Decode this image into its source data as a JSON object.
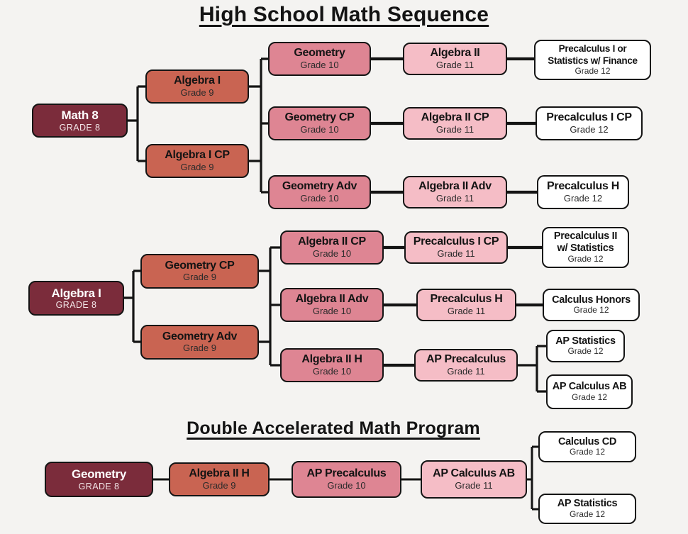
{
  "titles": {
    "main": "High School Math Sequence",
    "double_accelerated": "Double Accelerated Math Program"
  },
  "colors": {
    "background": "#f4f3f1",
    "grade8_fill": "#7b2c3b",
    "grade9_fill": "#c96452",
    "grade10_fill": "#de8593",
    "grade11_fill": "#f5bdc6",
    "grade12_fill": "#ffffff",
    "line_color": "#141414",
    "text_dark": "#141414",
    "text_light": "#ffffff"
  },
  "seq1": {
    "math8": {
      "title": "Math 8",
      "grade": "GRADE 8"
    },
    "algebra1": {
      "title": "Algebra I",
      "grade": "Grade 9"
    },
    "algebra1cp": {
      "title": "Algebra I CP",
      "grade": "Grade 9"
    },
    "geometry": {
      "title": "Geometry",
      "grade": "Grade 10"
    },
    "geometrycp": {
      "title": "Geometry CP",
      "grade": "Grade 10"
    },
    "geometryadv": {
      "title": "Geometry Adv",
      "grade": "Grade 10"
    },
    "algebra2": {
      "title": "Algebra II",
      "grade": "Grade 11"
    },
    "algebra2cp": {
      "title": "Algebra II CP",
      "grade": "Grade 11"
    },
    "algebra2adv": {
      "title": "Algebra II Adv",
      "grade": "Grade 11"
    },
    "precalc_or_stats": {
      "title": "Precalculus I or",
      "title2": "Statistics w/ Finance",
      "grade": "Grade 12"
    },
    "precalc1cp": {
      "title": "Precalculus I CP",
      "grade": "Grade 12"
    },
    "precalch": {
      "title": "Precalculus H",
      "grade": "Grade 12"
    }
  },
  "seq2": {
    "algebra1": {
      "title": "Algebra I",
      "grade": "GRADE 8"
    },
    "geometrycp": {
      "title": "Geometry CP",
      "grade": "Grade 9"
    },
    "geometryadv": {
      "title": "Geometry Adv",
      "grade": "Grade 9"
    },
    "algebra2cp": {
      "title": "Algebra II CP",
      "grade": "Grade 10"
    },
    "algebra2adv": {
      "title": "Algebra II Adv",
      "grade": "Grade 10"
    },
    "algebra2h": {
      "title": "Algebra II H",
      "grade": "Grade 10"
    },
    "precalc1cp": {
      "title": "Precalculus I CP",
      "grade": "Grade 11"
    },
    "precalch": {
      "title": "Precalculus H",
      "grade": "Grade 11"
    },
    "apprecalc": {
      "title": "AP Precalculus",
      "grade": "Grade 11"
    },
    "precalc2stats": {
      "title": "Precalculus II",
      "title2": "w/ Statistics",
      "grade": "Grade 12"
    },
    "calchonors": {
      "title": "Calculus Honors",
      "grade": "Grade 12"
    },
    "apstats": {
      "title": "AP Statistics",
      "grade": "Grade 12"
    },
    "apcalcab": {
      "title": "AP Calculus AB",
      "grade": "Grade 12"
    }
  },
  "seq3": {
    "geometry": {
      "title": "Geometry",
      "grade": "GRADE 8"
    },
    "algebra2h": {
      "title": "Algebra II H",
      "grade": "Grade 9"
    },
    "apprecalc": {
      "title": "AP Precalculus",
      "grade": "Grade 10"
    },
    "apcalcab": {
      "title": "AP Calculus AB",
      "grade": "Grade 11"
    },
    "calccd": {
      "title": "Calculus CD",
      "grade": "Grade 12"
    },
    "apstats": {
      "title": "AP Statistics",
      "grade": "Grade 12"
    }
  }
}
